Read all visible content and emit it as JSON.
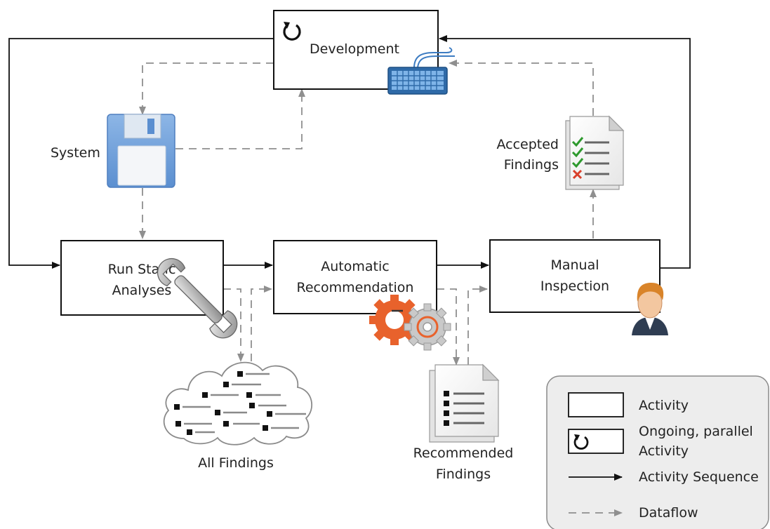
{
  "activities": {
    "development": "Development",
    "run_static": [
      "Run Static",
      "Analyses"
    ],
    "automatic": [
      "Automatic",
      "Recommendation"
    ],
    "manual": [
      "Manual",
      "Inspection"
    ]
  },
  "artifacts": {
    "system": "System",
    "accepted": [
      "Accepted",
      "Findings"
    ],
    "all_findings": "All Findings",
    "recommended": [
      "Recommended",
      "Findings"
    ]
  },
  "legend": {
    "activity": "Activity",
    "ongoing": [
      "Ongoing, parallel",
      "Activity"
    ],
    "sequence": "Activity Sequence",
    "dataflow": "Dataflow"
  },
  "icons": [
    "refresh-icon",
    "keyboard-icon",
    "floppy-disk-icon",
    "document-checklist-icon",
    "wrench-icon",
    "gears-icon",
    "person-icon",
    "cloud-icon",
    "document-list-icon"
  ],
  "colors": {
    "sequence": "#111111",
    "dataflow": "#8f8f8f",
    "floppy": "#6f9fd8",
    "gear_orange": "#e8622c",
    "keyboard": "#3d7cc2"
  }
}
